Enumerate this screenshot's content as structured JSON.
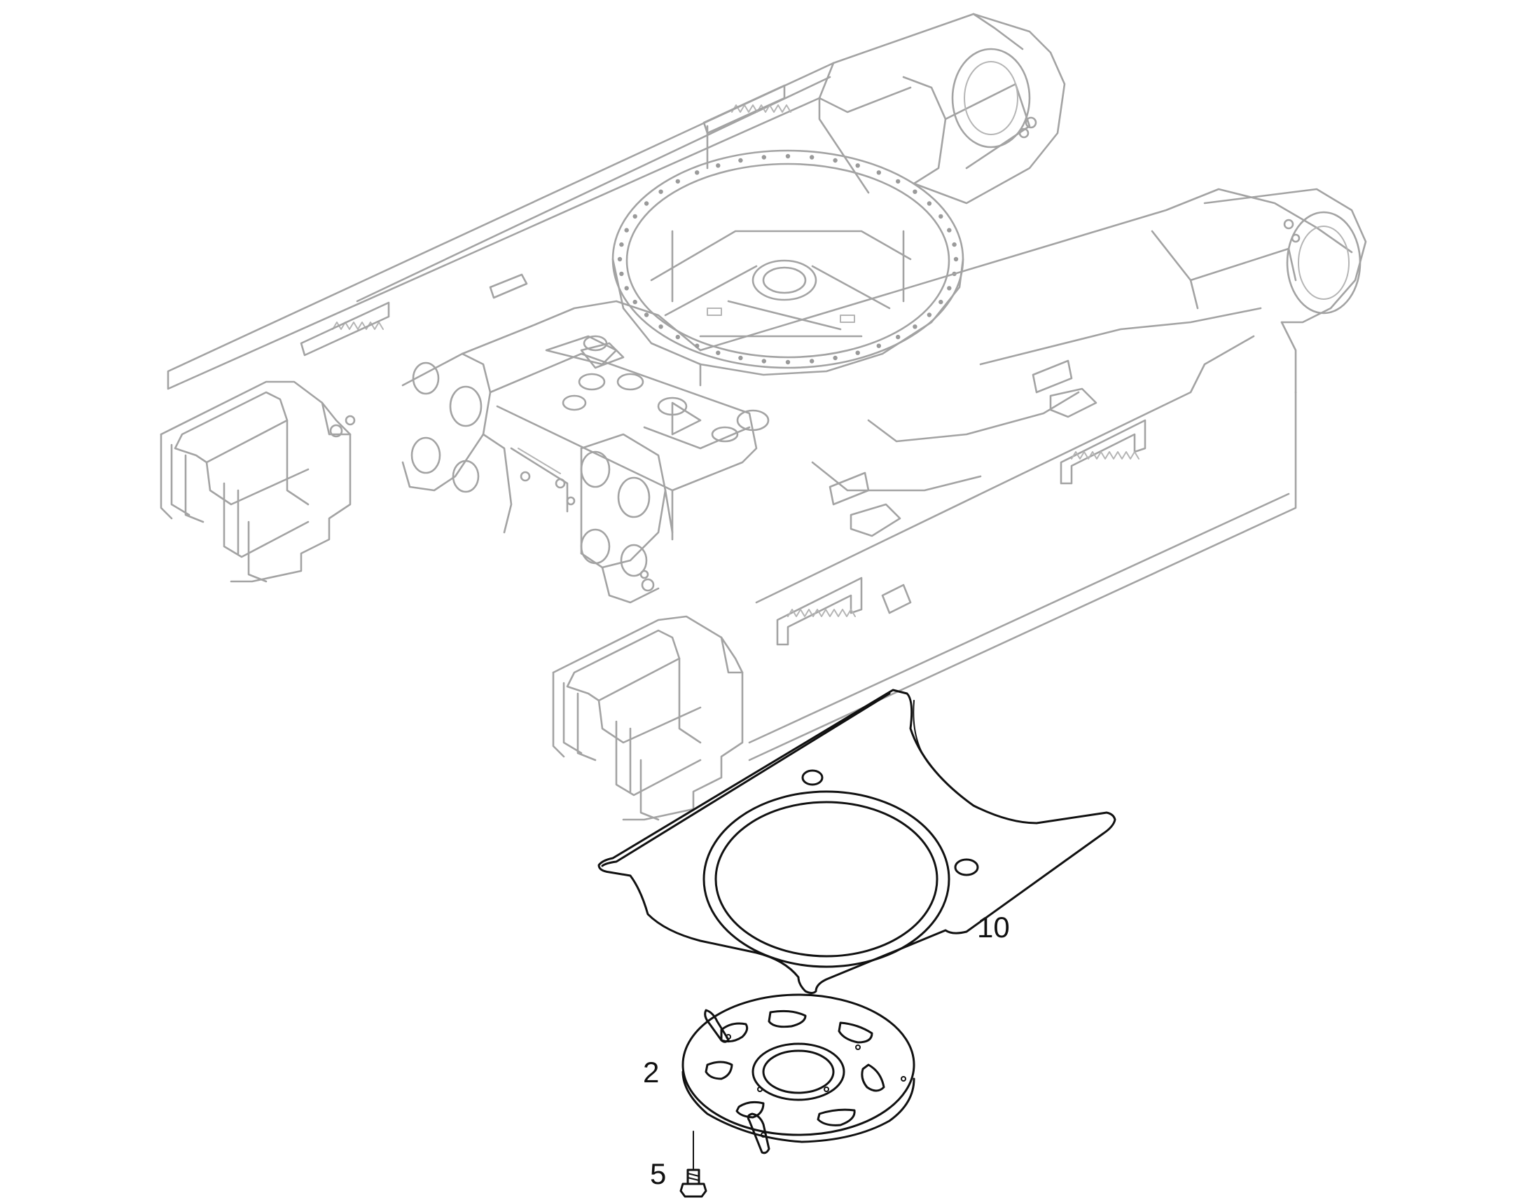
{
  "callouts": {
    "plate": "10",
    "cover": "2",
    "bolt": "5"
  },
  "colors": {
    "frame_line": "#a3a3a3",
    "part_line": "#111111",
    "background": "#ffffff"
  }
}
